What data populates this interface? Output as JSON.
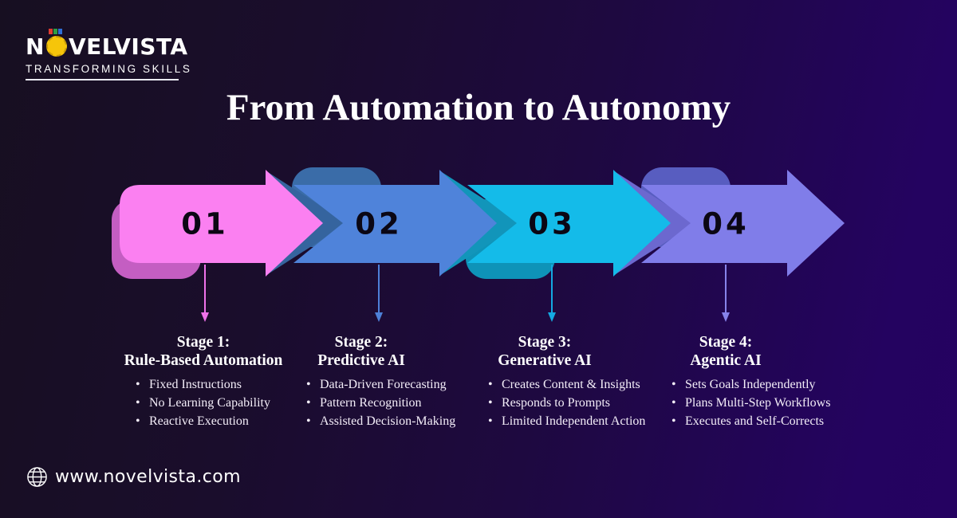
{
  "logo": {
    "brand_start": "N",
    "brand_end": "VELVISTA",
    "tagline": "TRANSFORMING SKILLS"
  },
  "title": "From Automation to Autonomy",
  "footer": {
    "website": "www.novelvista.com"
  },
  "stages": [
    {
      "number": "01",
      "heading_line1": "Stage 1:",
      "heading_line2": "Rule-Based Automation",
      "bullets": [
        "Fixed Instructions",
        "No Learning Capability",
        "Reactive Execution"
      ],
      "colors": {
        "body": "#fb80f1",
        "shadow": "#c45ec2",
        "chevron": "#c45ec2",
        "line": "#ef72ea"
      }
    },
    {
      "number": "02",
      "heading_line1": "Stage 2:",
      "heading_line2": "Predictive AI",
      "bullets": [
        "Data-Driven Forecasting",
        "Pattern Recognition",
        "Assisted Decision-Making"
      ],
      "colors": {
        "body": "#4f83da",
        "shadow": "#3a6ca8",
        "chevron": "#35649e",
        "line": "#4d80d8"
      }
    },
    {
      "number": "03",
      "heading_line1": "Stage 3:",
      "heading_line2": "Generative AI",
      "bullets": [
        "Creates Content & Insights",
        "Responds to Prompts",
        "Limited Independent Action"
      ],
      "colors": {
        "body": "#14bbe9",
        "shadow": "#0e93b8",
        "chevron": "#1295ba",
        "line": "#14a9e2"
      }
    },
    {
      "number": "04",
      "heading_line1": "Stage 4:",
      "heading_line2": "Agentic AI",
      "bullets": [
        "Sets Goals Independently",
        "Plans Multi-Step Workflows",
        "Executes and Self-Corrects"
      ],
      "colors": {
        "body": "#807de9",
        "shadow": "#585dc0",
        "chevron": "#6c68cf",
        "line": "#8783ea"
      }
    }
  ],
  "logo_pixels": [
    "#e03c31",
    "#2e9e44",
    "#2f6fd6"
  ]
}
